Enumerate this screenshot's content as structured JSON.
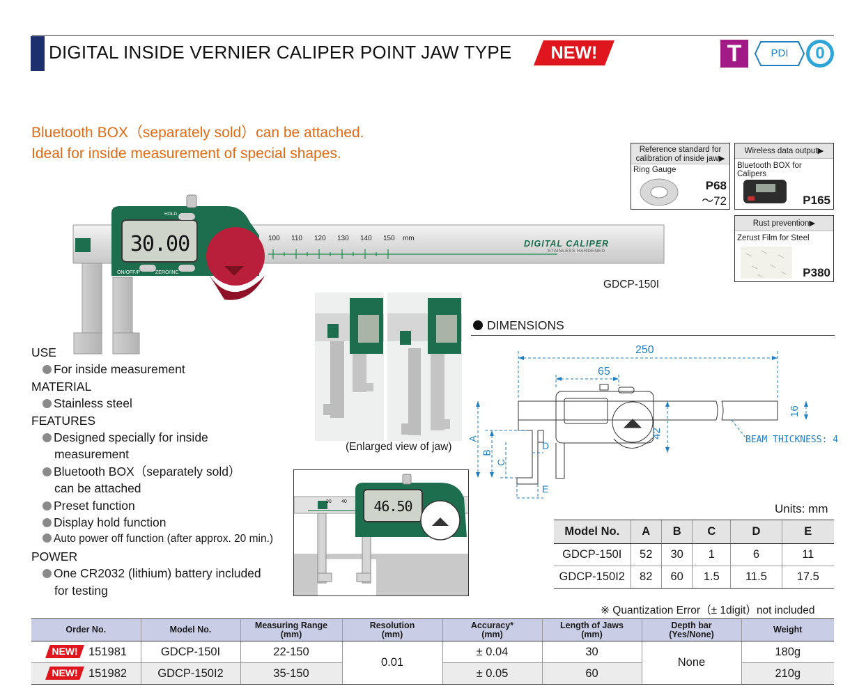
{
  "header": {
    "title": "DIGITAL INSIDE VERNIER CALIPER POINT JAW TYPE",
    "new_badge": "NEW!",
    "badge_t": "T",
    "badge_pdi": "PDI",
    "badge_zero": "0",
    "colors": {
      "title_bar": "#1e2f6e",
      "new": "#e0161e",
      "t_badge": "#a21a86",
      "pdi": "#1f7fc2",
      "zero": "#2fa5d8"
    }
  },
  "tagline": [
    "Bluetooth BOX（separately sold）can be attached.",
    "Ideal for inside measurement of special shapes."
  ],
  "references": [
    {
      "header": [
        "Reference standard for",
        "calibration of inside jaw▶"
      ],
      "item": "Ring Gauge",
      "page": [
        "P68",
        "～72"
      ]
    },
    {
      "header": [
        "Wireless data output▶"
      ],
      "item": "Bluetooth BOX for Calipers",
      "page": [
        "P165"
      ]
    },
    {
      "header": [
        "Rust prevention▶"
      ],
      "item": "Zerust Film for Steel",
      "page": [
        "P380"
      ]
    }
  ],
  "caliper": {
    "display": "30.00",
    "hold_label": "HOLD",
    "onoff_label": "ON/OFF/P",
    "zero_label": "ZERO/INC",
    "scale_numbers": [
      "100",
      "110",
      "120",
      "130",
      "140",
      "150"
    ],
    "scale_unit": "mm",
    "brand_title": "DIGITAL CALIPER",
    "brand_sub": "STAINLESS HARDENED",
    "model_caption": "GDCP-150I"
  },
  "jaw_view": {
    "caption": "(Enlarged view of jaw)",
    "display": "46.50",
    "scale_numbers": [
      "30",
      "40"
    ]
  },
  "spec": {
    "use_h": "USE",
    "use": [
      "For inside measurement"
    ],
    "material_h": "MATERIAL",
    "material": [
      "Stainless steel"
    ],
    "features_h": "FEATURES",
    "features": [
      [
        "Designed specially for inside",
        "measurement"
      ],
      [
        "Bluetooth BOX（separately sold）",
        "can be attached"
      ],
      [
        "Preset function"
      ],
      [
        "Display hold function"
      ],
      [
        "Auto power off function (after approx. 20 min.)"
      ]
    ],
    "power_h": "POWER",
    "power": [
      [
        "One CR2032 (lithium) battery included",
        "for testing"
      ]
    ]
  },
  "dimensions": {
    "title": "DIMENSIONS",
    "total": "250",
    "display_width": "65",
    "beam_height": "16",
    "height": "42",
    "beam_thickness": "BEAM THICKNESS: 4",
    "labels": {
      "a": "A",
      "b": "B",
      "c": "C",
      "d": "D",
      "e": "E"
    },
    "units": "Units: mm",
    "columns": [
      "Model No.",
      "A",
      "B",
      "C",
      "D",
      "E"
    ],
    "rows": [
      [
        "GDCP-150I",
        "52",
        "30",
        "1",
        "6",
        "11"
      ],
      [
        "GDCP-150I2",
        "82",
        "60",
        "1.5",
        "11.5",
        "17.5"
      ]
    ],
    "note": "※ Quantization Error（± 1digit）not included"
  },
  "order_table": {
    "headers": [
      [
        "Order No."
      ],
      [
        "Model No."
      ],
      [
        "Measuring Range",
        "(mm)"
      ],
      [
        "Resolution",
        "(mm)"
      ],
      [
        "Accuracy*",
        "(mm)"
      ],
      [
        "Length of Jaws",
        "(mm)"
      ],
      [
        "Depth bar",
        "(Yes/None)"
      ],
      [
        "Weight"
      ]
    ],
    "new_label": "NEW!",
    "resolution": "0.01",
    "depth_bar": "None",
    "rows": [
      {
        "order": "151981",
        "model": "GDCP-150I",
        "range": "22-150",
        "accuracy": "± 0.04",
        "jaws": "30",
        "weight": "180g"
      },
      {
        "order": "151982",
        "model": "GDCP-150I2",
        "range": "35-150",
        "accuracy": "± 0.05",
        "jaws": "60",
        "weight": "210g"
      }
    ]
  }
}
